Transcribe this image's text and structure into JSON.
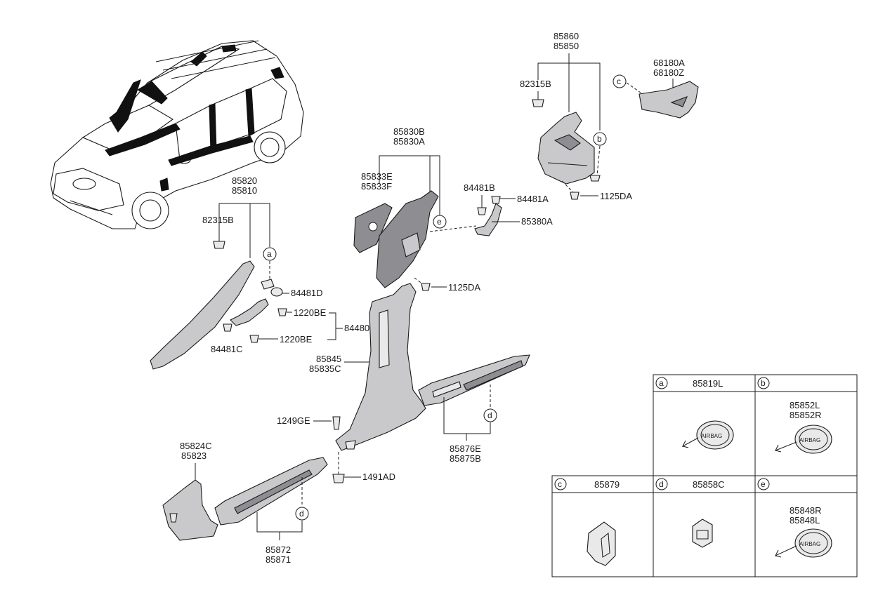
{
  "parts": {
    "p85860": "85860",
    "p85850": "85850",
    "p82315B_top": "82315B",
    "p68180A": "68180A",
    "p68180Z": "68180Z",
    "p1125DA_top": "1125DA",
    "p85830B": "85830B",
    "p85830A": "85830A",
    "p85833E": "85833E",
    "p85833F": "85833F",
    "p84481B": "84481B",
    "p84481A": "84481A",
    "p85380A": "85380A",
    "p1125DA_mid": "1125DA",
    "p85820": "85820",
    "p85810": "85810",
    "p82315B_left": "82315B",
    "p84481D": "84481D",
    "p1220BE_1": "1220BE",
    "p84480": "84480",
    "p1220BE_2": "1220BE",
    "p84481C": "84481C",
    "p85845": "85845",
    "p85835C": "85835C",
    "p1249GE": "1249GE",
    "p85876E": "85876E",
    "p85875B": "85875B",
    "p1491AD": "1491AD",
    "p85824C": "85824C",
    "p85823": "85823",
    "p85872": "85872",
    "p85871": "85871"
  },
  "callouts": {
    "a": "a",
    "b": "b",
    "c": "c",
    "d": "d",
    "e": "e"
  },
  "legend": {
    "a": {
      "letter": "a",
      "part": "85819L"
    },
    "b": {
      "letter": "b",
      "part_1": "85852L",
      "part_2": "85852R"
    },
    "c": {
      "letter": "c",
      "part": "85879"
    },
    "d": {
      "letter": "d",
      "part": "85858C"
    },
    "e": {
      "letter": "e",
      "part_1": "85848R",
      "part_2": "85848L"
    },
    "airbag_text": "AIRBAG"
  }
}
